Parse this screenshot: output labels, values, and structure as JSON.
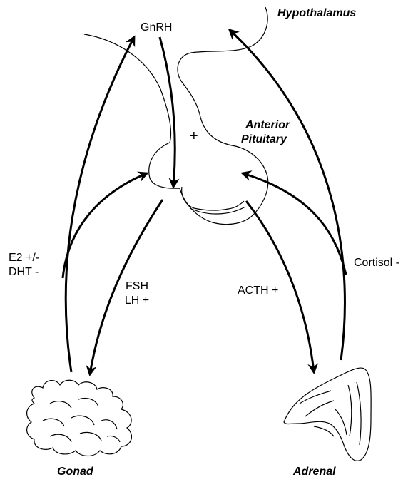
{
  "labels": {
    "hypothalamus": "Hypothalamus",
    "gnrh": "GnRH",
    "plus_sign": "+",
    "anterior_pituitary_line1": "Anterior",
    "anterior_pituitary_line2": "Pituitary",
    "e2": "E2 +/-",
    "dht": "DHT -",
    "fsh": "FSH",
    "lh": "LH +",
    "acth": "ACTH +",
    "cortisol": "Cortisol -",
    "gonad": "Gonad",
    "adrenal": "Adrenal"
  },
  "colors": {
    "ink": "#000000",
    "background": "#ffffff"
  }
}
